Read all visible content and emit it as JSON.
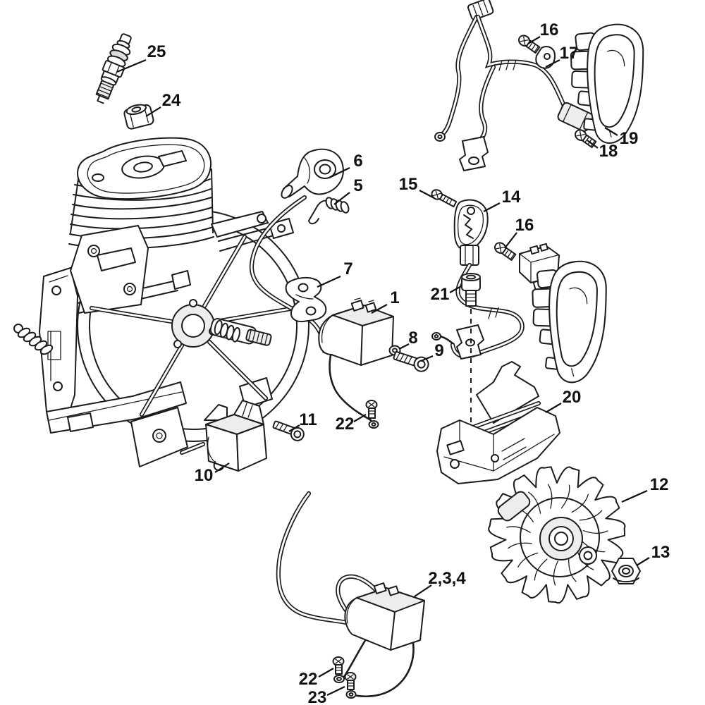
{
  "diagram": {
    "type": "exploded-parts-diagram",
    "colors": {
      "background": "#ffffff",
      "line": "#1c1c1c",
      "shade": "#ececec"
    },
    "callouts": [
      {
        "label": "25"
      },
      {
        "label": "24"
      },
      {
        "label": "16"
      },
      {
        "label": "17"
      },
      {
        "label": "19"
      },
      {
        "label": "18"
      },
      {
        "label": "6"
      },
      {
        "label": "5"
      },
      {
        "label": "15"
      },
      {
        "label": "14"
      },
      {
        "label": "16"
      },
      {
        "label": "7"
      },
      {
        "label": "1"
      },
      {
        "label": "21"
      },
      {
        "label": "8"
      },
      {
        "label": "9"
      },
      {
        "label": "11"
      },
      {
        "label": "22"
      },
      {
        "label": "10"
      },
      {
        "label": "20"
      },
      {
        "label": "12"
      },
      {
        "label": "13"
      },
      {
        "label": "2,3,4"
      },
      {
        "label": "22"
      },
      {
        "label": "23"
      }
    ]
  }
}
